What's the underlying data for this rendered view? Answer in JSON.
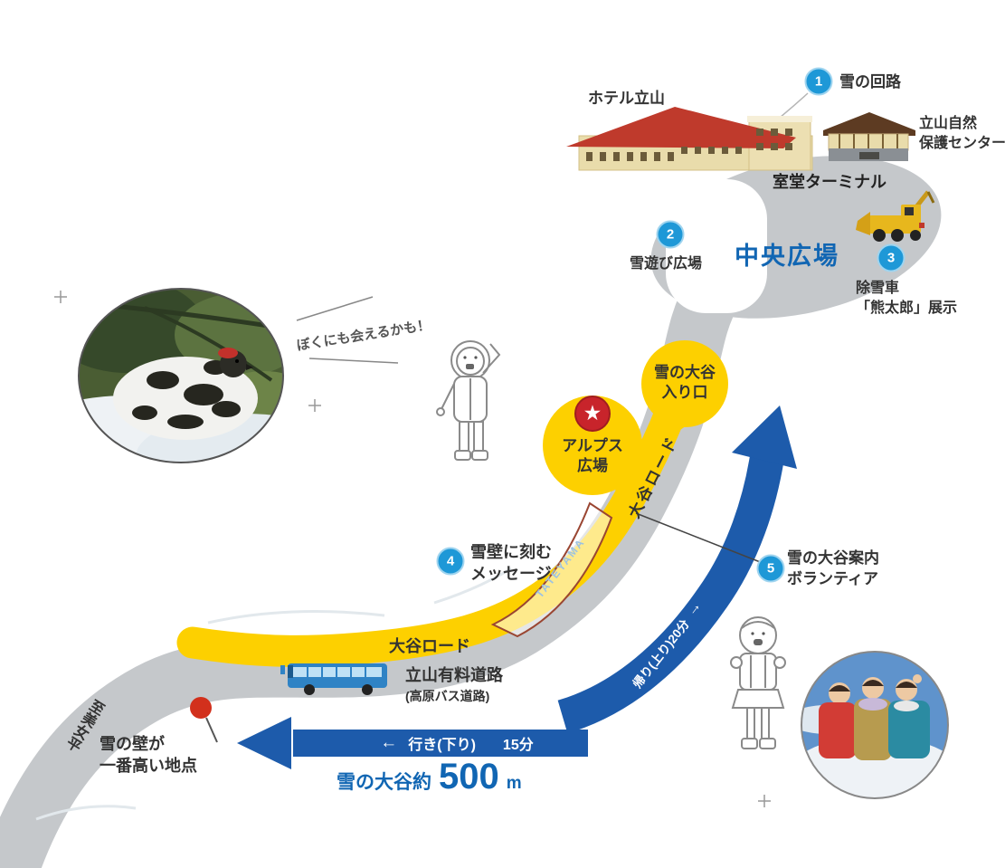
{
  "legend_markers": {
    "m1": {
      "num": "1",
      "label": "雪の回路"
    },
    "m2": {
      "num": "2",
      "label": "雪遊び広場"
    },
    "m3": {
      "num": "3",
      "line1": "除雪車",
      "line2": "「熊太郎」展示"
    },
    "m4": {
      "num": "4",
      "line1": "雪壁に刻む",
      "line2": "メッセージ"
    },
    "m5": {
      "num": "5",
      "line1": "雪の大谷案内",
      "line2": "ボランティア"
    }
  },
  "places": {
    "hotel": "ホテル立山",
    "nature_center_line1": "立山自然",
    "nature_center_line2": "保護センター",
    "terminal": "室堂ターミナル",
    "central_plaza": "中央広場",
    "entrance_line1": "雪の大谷",
    "entrance_line2": "入り口",
    "alps_line1": "アルプス",
    "alps_line2": "広場",
    "otani_road_diagonal": "大谷ロード",
    "otani_road": "大谷ロード",
    "toll_road": "立山有料道路",
    "toll_road_sub": "(高原バス道路)",
    "to_bijodaira": "至美女平",
    "highest_point_line1": "雪の壁が",
    "highest_point_line2": "一番高い地点",
    "snow_wall_message": "TATEYAMA"
  },
  "speech_bubble": "ぼくにも会えるかも！",
  "routes": {
    "down_arrow_icon": "←",
    "down_label": "行き(下り)",
    "down_time": "15分",
    "up_label": "帰り(上り)20分",
    "up_arrow_icon": "→",
    "total_prefix": "雪の大谷約",
    "total_value": "500",
    "total_unit": "m"
  },
  "icons": {
    "star": "★"
  },
  "colors": {
    "marker_blue": "#1e98d7",
    "route_blue": "#1d5bab",
    "road_yellow": "#fdd000",
    "road_gray": "#c5c8cb",
    "text_blue": "#1166b3",
    "pin_red": "#d2301c",
    "star_red": "#c8242b"
  }
}
